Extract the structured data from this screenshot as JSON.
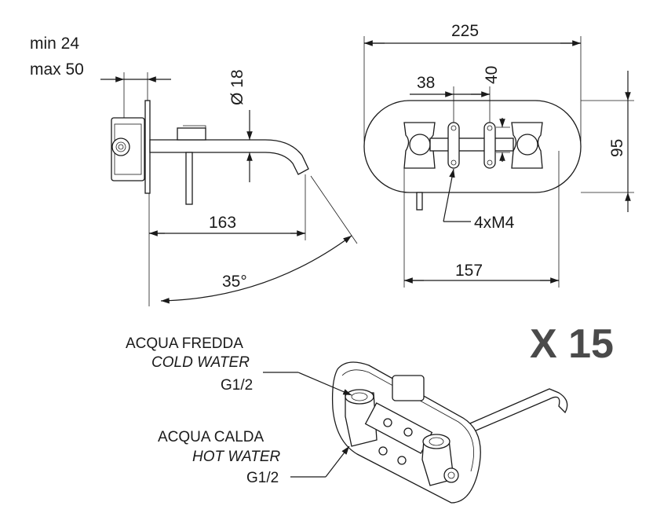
{
  "side_view": {
    "wall_min": "min 24",
    "wall_max": "max 50",
    "diameter": "Ø 18",
    "length": "163",
    "angle": "35°"
  },
  "front_view": {
    "width": "225",
    "spacing": "38",
    "offset": "40",
    "height": "95",
    "screws": "4xM4",
    "centers": "157"
  },
  "cold_water": {
    "label_it": "ACQUA FREDDA",
    "label_en": "COLD WATER",
    "thread": "G1/2"
  },
  "hot_water": {
    "label_it": "ACQUA CALDA",
    "label_en": "HOT WATER",
    "thread": "G1/2"
  },
  "quantity": "X 15"
}
